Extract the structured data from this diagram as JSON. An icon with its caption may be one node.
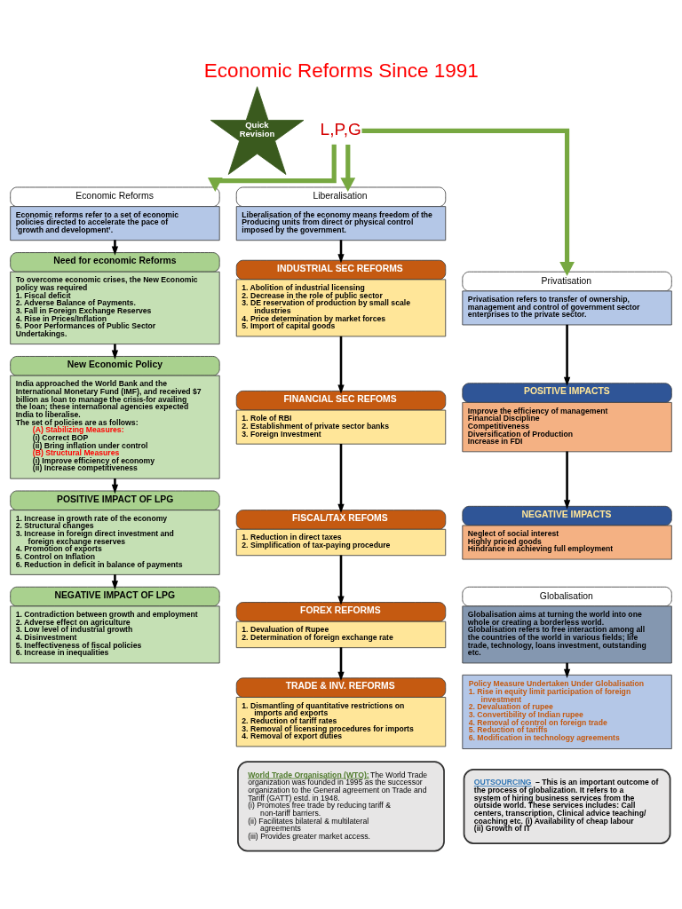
{
  "diagram": {
    "title": "Economic Reforms Since 1991",
    "nodes": [
      {
        "text": [
          "Quick Revision"
        ]
      },
      {
        "text": [
          "L,P,G"
        ]
      },
      {
        "text": [
          "Economic Reforms",
          "Economic reforms refer to a set of economic policies directed to accelerate the pace of ‘growth and development’."
        ]
      },
      {
        "text": [
          "Liberalisation",
          "Liberalisation of the economy means freedom of the Producing units from direct or physical control imposed by the government."
        ]
      },
      {
        "text": [
          "Privatisation",
          "Privatisation refers to transfer of ownership, management and control of government sector enterprises to the private sector."
        ]
      },
      {
        "text": [
          "Need for economic Reforms",
          "To overcome economic crises, the New Economic policy was required",
          "1. Fiscal deficit",
          "2. Adverse Balance of Payments.",
          "3. Fall in Foreign Exchange Reserves",
          "4. Rise in Prices/Inflation",
          "5. Poor Performances of Public Sector Undertakings."
        ]
      },
      {
        "text": [
          "New Economic Policy",
          "India approached the World Bank and the International Monetary Fund (IMF), and received $7 billion as loan to manage the crisis-for availing the loan; these international agencies expected India to liberalise.",
          "The set of policies are as follows:",
          "(A) Stabilizing Measures:",
          "(i) Correct BOP",
          "(ii) Bring inflation under control",
          "(B) Structural Measures",
          "(i) Improve efficiency of economy",
          "(ii) Increase competitiveness"
        ]
      },
      {
        "text": [
          "POSITIVE IMPACT OF LPG",
          "1. Increase in growth rate of the economy",
          "2. Structural changes",
          "3. Increase in foreign direct investment and foreign exchange reserves",
          "4. Promotion of exports",
          "5. Control on Inflation",
          "6. Reduction in deficit in balance of payments"
        ]
      },
      {
        "text": [
          "NEGATIVE IMPACT OF LPG",
          "1. Contradiction between growth and employment",
          "2. Adverse effect on agriculture",
          "3. Low level of industrial growth",
          "4. Disinvestment",
          "5. Ineffectiveness of fiscal policies",
          "6. Increase in inequalities"
        ]
      },
      {
        "text": [
          "INDUSTRIAL SEC REFORMS",
          "1. Abolition of industrial licensing",
          "2. Decrease in the role of public sector",
          "3. DE reservation of production by small scale industries",
          "4. Price determination by market forces",
          "5. Import of capital goods"
        ]
      },
      {
        "text": [
          "FINANCIAL SEC REFOMS",
          "1. Role of RBI",
          "2. Establishment of private sector banks",
          "3. Foreign Investment"
        ]
      },
      {
        "text": [
          "FISCAL/TAX REFOMS",
          "1. Reduction in direct taxes",
          "2. Simplification of tax-paying procedure"
        ]
      },
      {
        "text": [
          "FOREX REFORMS",
          "1. Devaluation of Rupee",
          "2. Determination of foreign exchange rate"
        ]
      },
      {
        "text": [
          "TRADE & INV. REFORMS",
          "1. Dismantling of quantitative restrictions on imports and exports",
          "2. Reduction of tariff rates",
          "3. Removal of licensing procedures for imports",
          "4. Removal of export duties"
        ]
      },
      {
        "text": [
          "World Trade Organisation (WTO):",
          "The World Trade organization was founded in 1995 as the successor organization to the General agreement on Trade and Tariff (GATT) estd. in 1948.",
          "(i) Promotes free trade by reducing tariff & non-tariff barriers.",
          "(ii) Facilitates bilateral & multilateral agreements",
          "(iii) Provides greater market access."
        ]
      },
      {
        "text": [
          "POSITIVE IMPACTS",
          "Improve the efficiency of management",
          "Financial Discipline",
          "Competitiveness",
          "Diversification of Production",
          "Increase in FDI"
        ]
      },
      {
        "text": [
          "NEGATIVE IMPACTS",
          "Neglect of social interest",
          "Highly priced goods",
          "Hindrance in achieving full employment"
        ]
      },
      {
        "text": [
          "Globalisation",
          "Globalisation aims at turning the world into one whole or creating a borderless world. Globalisation refers to free interaction among all the countries of the world in various fields; life trade, technology, loans investment, outstanding etc."
        ]
      },
      {
        "text": [
          "Policy Measure Undertaken Under Globalisation",
          "1. Rise in equity limit participation of foreign investment",
          "2. Devaluation of rupee",
          "3. Convertibility of Indian rupee",
          "4. Removal of control on foreign trade",
          "5. Reduction of tariffs",
          "6. Modification in technology agreements"
        ]
      },
      {
        "text": [
          "OUTSOURCING",
          "– This is an important outcome of the process of globalization. It refers to a system of hiring business services from the outside world. These services includes: Call centers, transcription, Clinical advice teaching/ coaching etc. (i) Availability of cheap labour (ii) Growth of IT"
        ]
      }
    ],
    "edges": [
      {
        "from": 1,
        "to": 2,
        "arrow": "to",
        "style": "thick",
        "color": "#77a841"
      },
      {
        "from": 1,
        "to": 3,
        "arrow": "to",
        "style": "thick",
        "color": "#77a841"
      },
      {
        "from": 1,
        "to": 4,
        "arrow": "to",
        "style": "thick",
        "color": "#77a841"
      },
      {
        "from": 2,
        "to": 5,
        "arrow": "to"
      },
      {
        "from": 5,
        "to": 6,
        "arrow": "to"
      },
      {
        "from": 6,
        "to": 7,
        "arrow": "to"
      },
      {
        "from": 7,
        "to": 8,
        "arrow": "to"
      },
      {
        "from": 3,
        "to": 9,
        "arrow": "to"
      },
      {
        "from": 9,
        "to": 10,
        "arrow": "to"
      },
      {
        "from": 10,
        "to": 11,
        "arrow": "to"
      },
      {
        "from": 11,
        "to": 12,
        "arrow": "to"
      },
      {
        "from": 12,
        "to": 13,
        "arrow": "to"
      },
      {
        "from": 4,
        "to": 15,
        "arrow": "to"
      },
      {
        "from": 15,
        "to": 16,
        "arrow": "to"
      },
      {
        "from": 17,
        "to": 18,
        "arrow": "to"
      }
    ]
  }
}
